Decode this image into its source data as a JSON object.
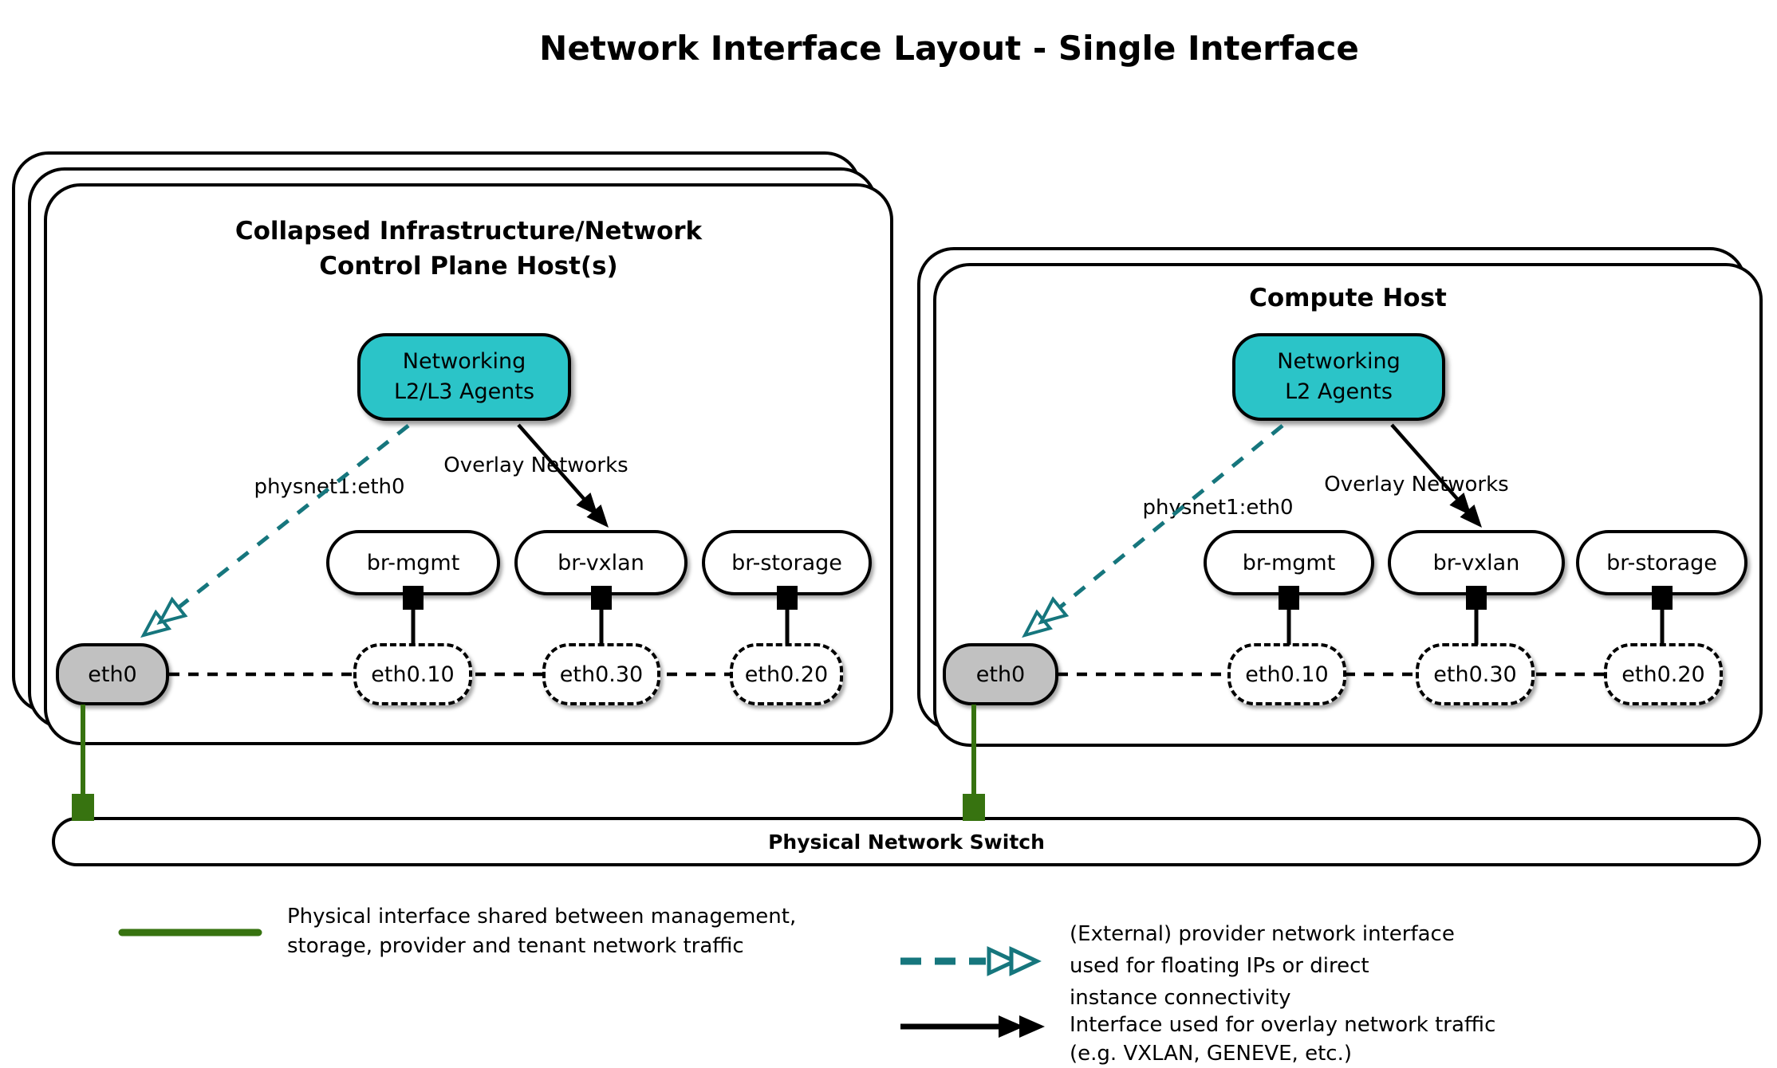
{
  "title": "Network Interface Layout - Single Interface",
  "colors": {
    "agent_fill": "#2BC4C8",
    "provider_arrow": "#16767D",
    "overlay_arrow": "#000000",
    "physical_line_green": "#377310",
    "phys_if_gray": "#C1C1C1"
  },
  "hosts": {
    "left": {
      "title_line1": "Collapsed Infrastructure/Network",
      "title_line2": "Control Plane Host(s)",
      "agent_line1": "Networking",
      "agent_line2": "L2/L3 Agents",
      "provider_label": "physnet1:eth0",
      "overlay_label": "Overlay Networks",
      "bridges": [
        "br-mgmt",
        "br-vxlan",
        "br-storage"
      ],
      "phys_if": "eth0",
      "vlans": [
        "eth0.10",
        "eth0.30",
        "eth0.20"
      ]
    },
    "right": {
      "title_line1": "Compute Host",
      "agent_line1": "Networking",
      "agent_line2": "L2 Agents",
      "provider_label": "physnet1:eth0",
      "overlay_label": "Overlay Networks",
      "bridges": [
        "br-mgmt",
        "br-vxlan",
        "br-storage"
      ],
      "phys_if": "eth0",
      "vlans": [
        "eth0.10",
        "eth0.30",
        "eth0.20"
      ]
    }
  },
  "switch": {
    "label": "Physical Network Switch"
  },
  "legend": {
    "physical": {
      "line1": "Physical interface shared between management,",
      "line2": "storage, provider and tenant network traffic"
    },
    "provider": {
      "line1": "(External) provider network interface",
      "line2": "used for floating IPs or direct",
      "line3": "instance connectivity"
    },
    "overlay": {
      "line1": "Interface used for overlay network traffic",
      "line2": "(e.g. VXLAN, GENEVE, etc.)"
    }
  }
}
